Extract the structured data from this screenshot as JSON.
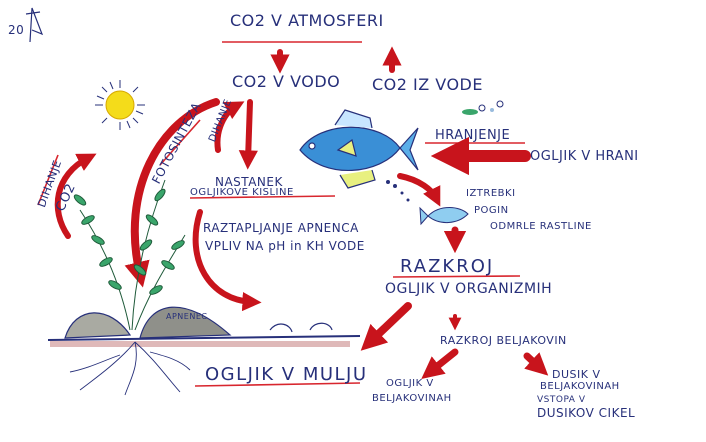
{
  "signature": "20",
  "labels": {
    "co2_atmosphere": "CO2 V ATMOSFERI",
    "co2_into_water": "CO2 V VODO",
    "co2_from_water": "CO2 IZ VODE",
    "photosynthesis": "FOTOSINTEZA",
    "respiration_plant": "DIHANJE",
    "co2_plant": "CO2",
    "respiration_fish": "DIHANJE",
    "acid_line1": "NASTANEK",
    "acid_line2": "OGLJIKOVE KISLINE",
    "limestone_line1": "RAZTAPLJANJE APNENCA",
    "limestone_line2": "VPLIV NA pH in KH VODE",
    "limestone": "APNENEC",
    "feeding": "HRANJENJE",
    "carbon_in_food": "OGLJIK V HRANI",
    "waste_line1": "IZTREBKI",
    "waste_line2": "POGIN",
    "waste_line3": "ODMRLE RASTLINE",
    "decomposition": "RAZKROJ",
    "carbon_in_organisms": "OGLJIK V ORGANIZMIH",
    "protein_decomposition": "RAZKROJ BELJAKOVIN",
    "carbon_in_mud": "OGLJIK V MULJU",
    "carbon_protein_line1": "OGLJIK V",
    "carbon_protein_line2": "BELJAKOVINAH",
    "nitrogen_line1": "DUSIK V",
    "nitrogen_line2": "BELJAKOVINAH",
    "nitrogen_line3": "VSTOPA V",
    "nitrogen_line4": "DUSIKOV CIKEL"
  },
  "colors": {
    "ink": "#27307a",
    "arrow": "#c8141c",
    "sun": "#f4dc1a",
    "fish": "#3a8fd6",
    "plant": "#3aa56b"
  }
}
